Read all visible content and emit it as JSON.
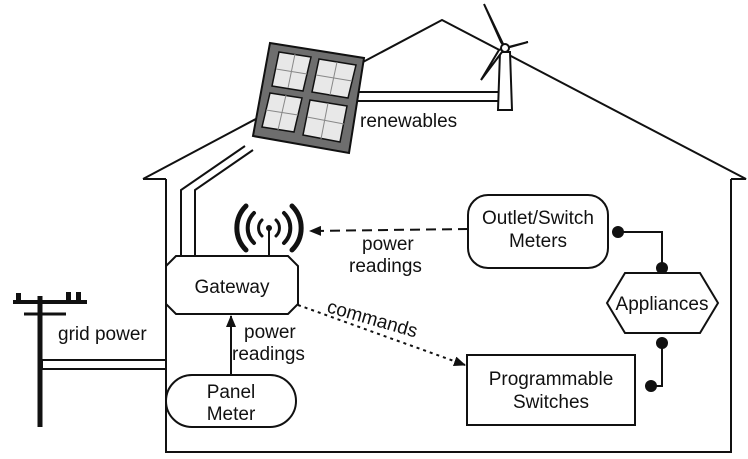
{
  "labels": {
    "renewables": "renewables",
    "gateway": "Gateway",
    "outlet_meters_line1": "Outlet/Switch",
    "outlet_meters_line2": "Meters",
    "appliances": "Appliances",
    "programmable_line1": "Programmable",
    "programmable_line2": "Switches",
    "panel_meter_line1": "Panel",
    "panel_meter_line2": "Meter",
    "grid_power": "grid power",
    "commands": "commands",
    "power_readings_top_line1": "power",
    "power_readings_top_line2": "readings",
    "power_readings_bottom_line1": "power",
    "power_readings_bottom_line2": "readings"
  },
  "icons": [
    "solar-panel-icon",
    "wind-turbine-icon",
    "wireless-signal-icon",
    "utility-pole-icon"
  ],
  "colors": {
    "stroke": "#111111",
    "background": "#ffffff",
    "panel_cell": "#e8e8e8",
    "panel_frame": "#555555"
  }
}
